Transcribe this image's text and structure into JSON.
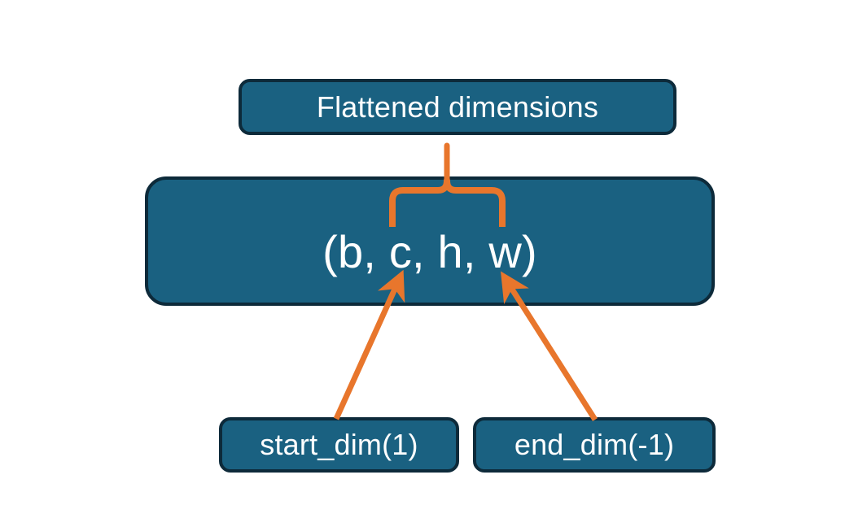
{
  "diagram": {
    "title_text": "Flattened dimensions",
    "tuple_text": "(b, c, h, w)",
    "start_dim_text": "start_dim(1)",
    "end_dim_text": "end_dim(-1)",
    "colors": {
      "box_fill": "#1a6181",
      "box_border": "#0d2a3a",
      "text": "#ffffff",
      "accent_orange": "#e8762c",
      "background": "#ffffff"
    },
    "annotations": {
      "brace_name": "curly-brace-over-c-h-w",
      "arrow_left_name": "arrow-start-dim-to-c",
      "arrow_right_name": "arrow-end-dim-to-w"
    }
  }
}
